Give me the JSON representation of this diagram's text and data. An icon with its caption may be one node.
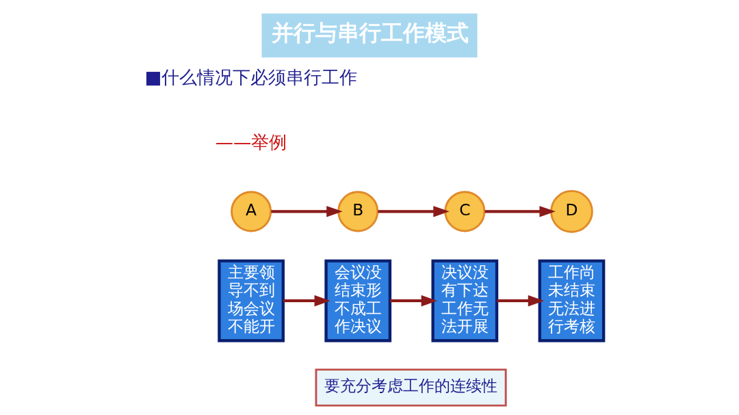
{
  "diagram": {
    "title": "并行与串行工作模式",
    "nodes": [
      {
        "text": [
          "A"
        ]
      },
      {
        "text": [
          "B"
        ]
      },
      {
        "text": [
          "C"
        ]
      },
      {
        "text": [
          "D"
        ]
      },
      {
        "text": [
          "主要领导不到场会议不能开"
        ]
      },
      {
        "text": [
          "会议没结束形不成工作决议"
        ]
      },
      {
        "text": [
          "决议没有下达工作无法开展"
        ]
      },
      {
        "text": [
          "工作尚未结束无法进行考核"
        ]
      },
      {
        "text": [
          "要充分考虑工作的连续性"
        ]
      }
    ],
    "edges": [
      {
        "from": 0,
        "to": 1,
        "arrow": "to"
      },
      {
        "from": 1,
        "to": 2,
        "arrow": "to"
      },
      {
        "from": 2,
        "to": 3,
        "arrow": "to"
      },
      {
        "from": 4,
        "to": 5,
        "arrow": "to"
      },
      {
        "from": 5,
        "to": 6,
        "arrow": "to"
      },
      {
        "from": 6,
        "to": 7,
        "arrow": "to"
      }
    ],
    "labels": [
      "■什么情况下必须串行工作",
      "——举例"
    ]
  }
}
